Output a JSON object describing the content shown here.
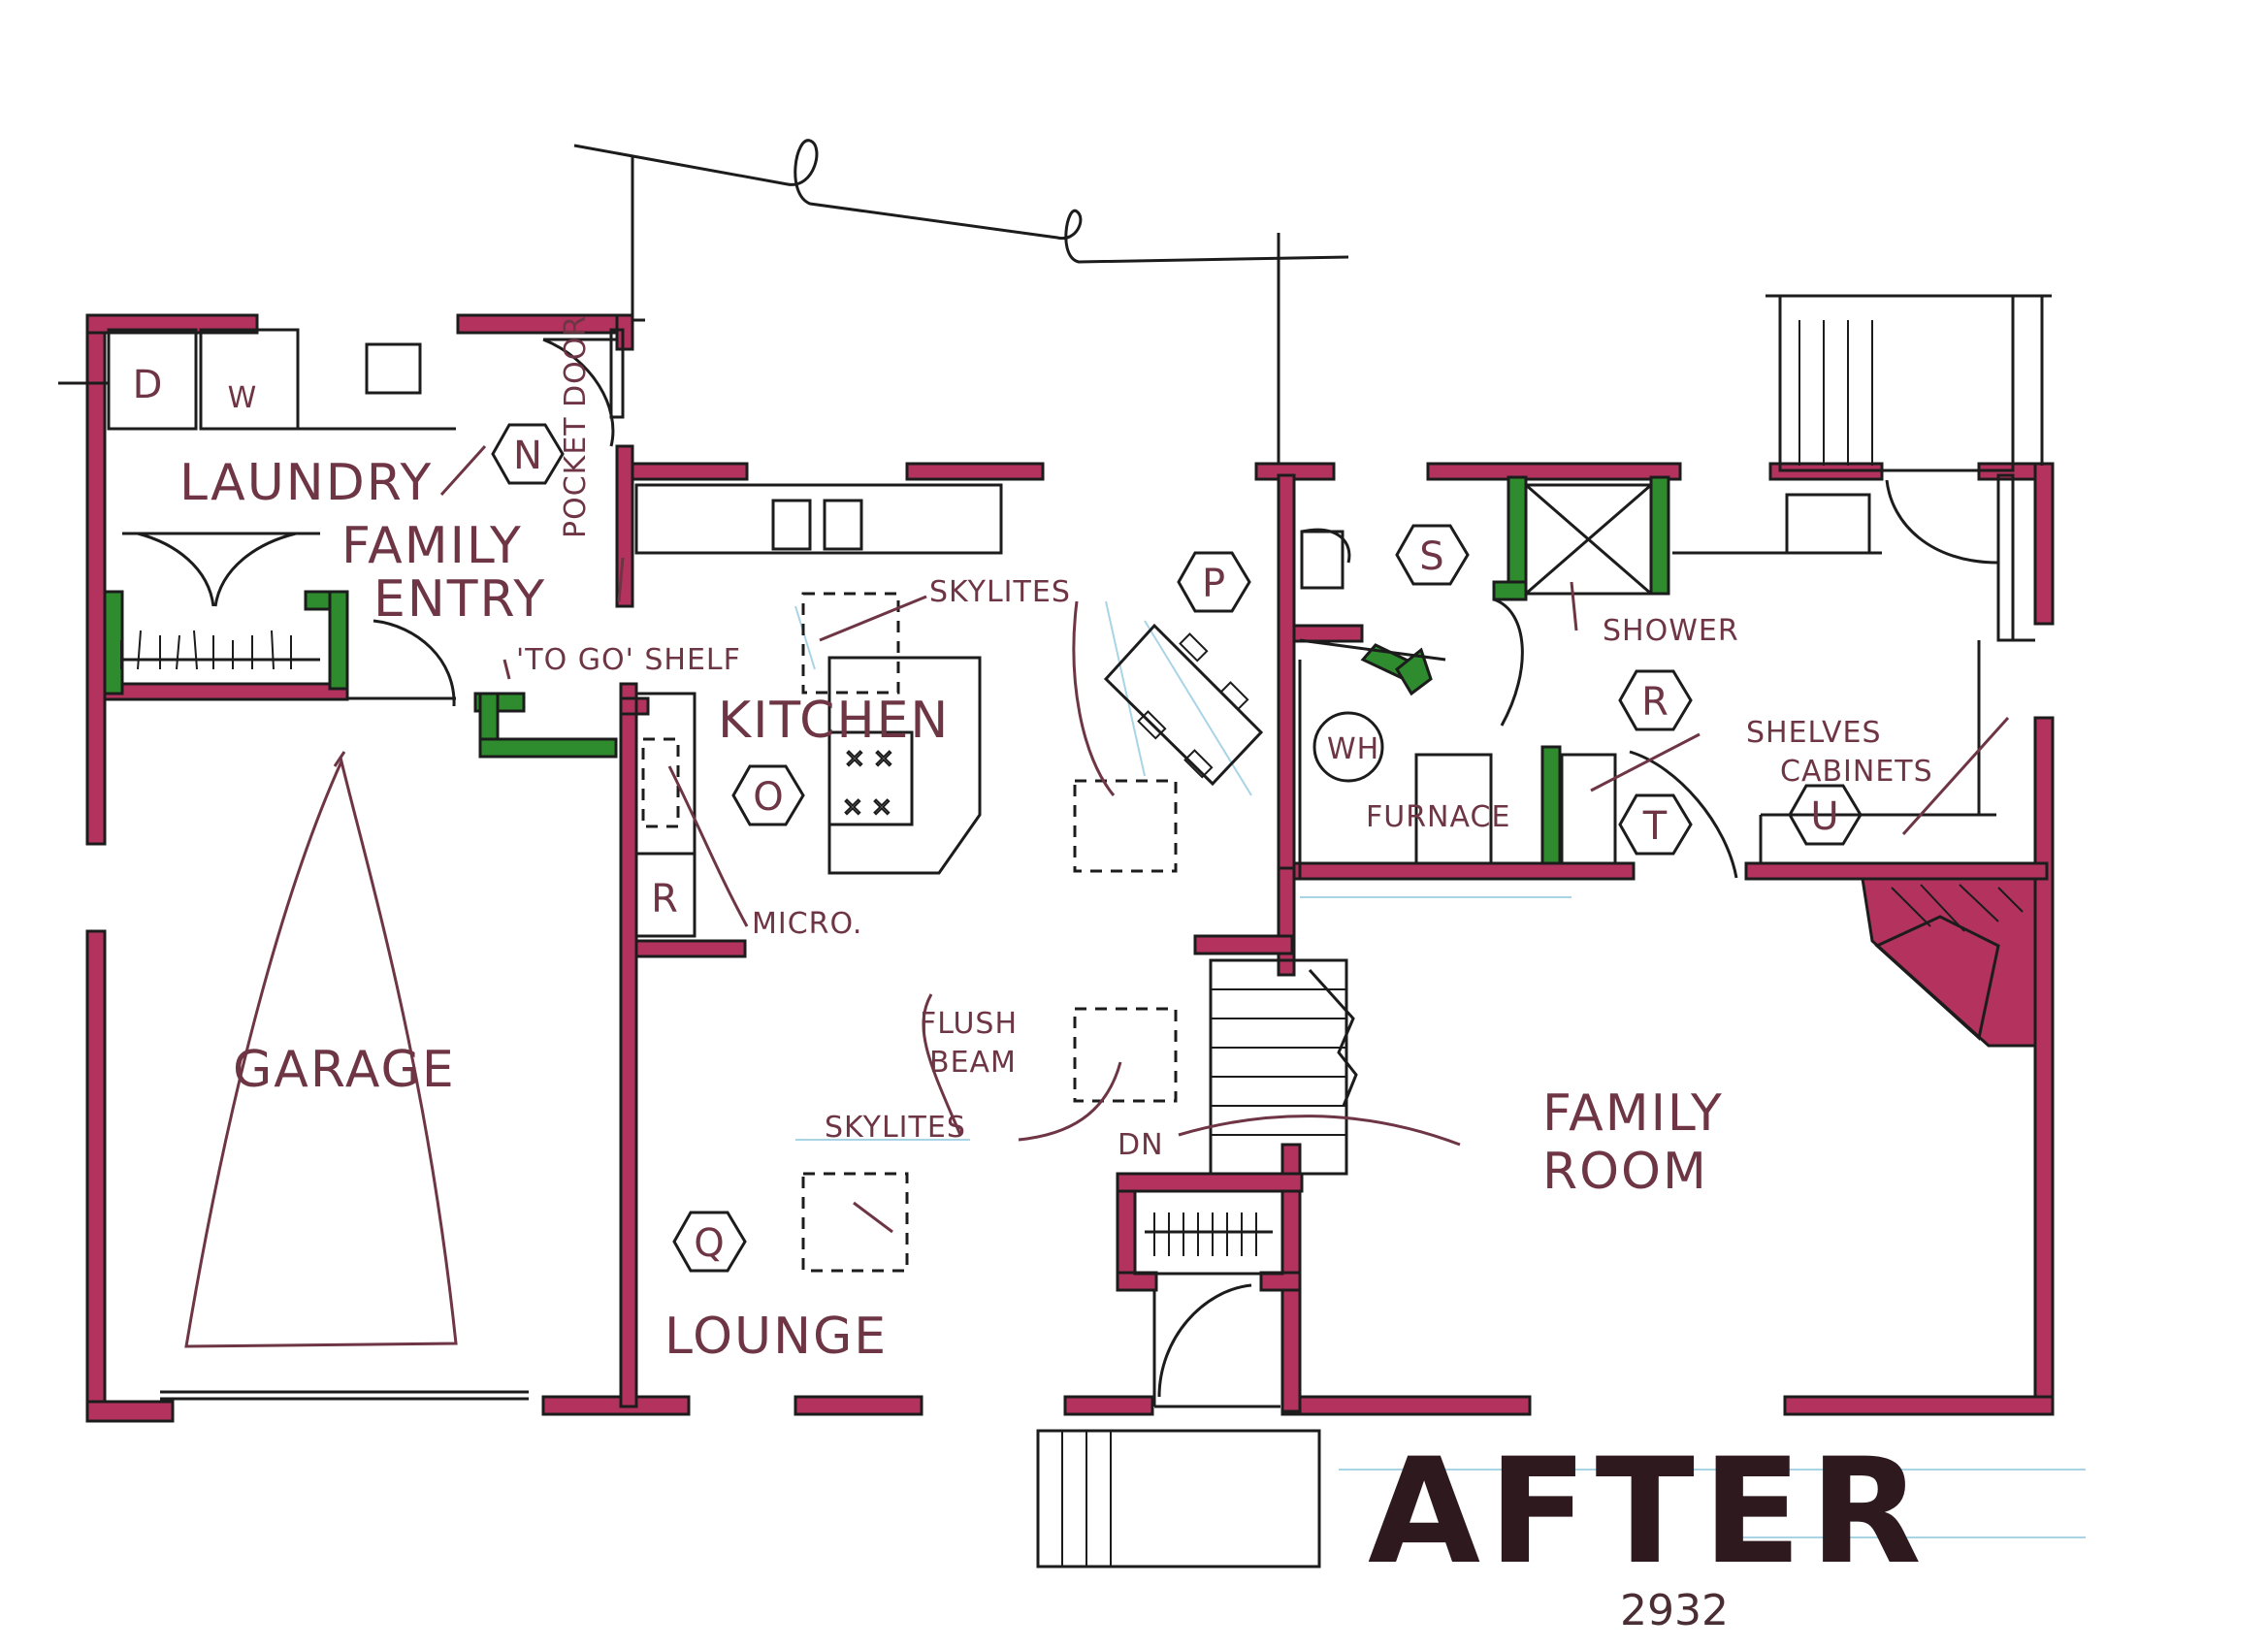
{
  "rooms": {
    "laundry": "LAUNDRY",
    "family_entry_1": "FAMILY",
    "family_entry_2": "ENTRY",
    "kitchen": "KITCHEN",
    "garage": "GARAGE",
    "lounge": "LOUNGE",
    "family_room_1": "FAMILY",
    "family_room_2": "ROOM",
    "furnace": "FURNACE"
  },
  "notes": {
    "pocket_door_1": "POCKET",
    "pocket_door_2": "DOOR",
    "to_go_shelf": "'TO GO' SHELF",
    "skylites_top": "SKYLITES",
    "skylites_bottom": "SKYLITES",
    "micro": "MICRO.",
    "flush_beam_1": "FLUSH",
    "flush_beam_2": "BEAM",
    "shower": "SHOWER",
    "shelves": "SHELVES",
    "cabinets": "CABINETS",
    "dn": "DN",
    "wh": "WH"
  },
  "fixtures": {
    "dryer": "D",
    "washer": "W",
    "refrigerator": "R"
  },
  "markers": {
    "N": "N",
    "O": "O",
    "P": "P",
    "Q": "Q",
    "R": "R",
    "S": "S",
    "T": "T",
    "U": "U"
  },
  "title": "AFTER",
  "sheet_number": "2932",
  "colors": {
    "wall": "#b3335e",
    "new_wall": "#2e8b2e",
    "ink": "#1c1c1c",
    "handwriting": "#6e3544"
  }
}
